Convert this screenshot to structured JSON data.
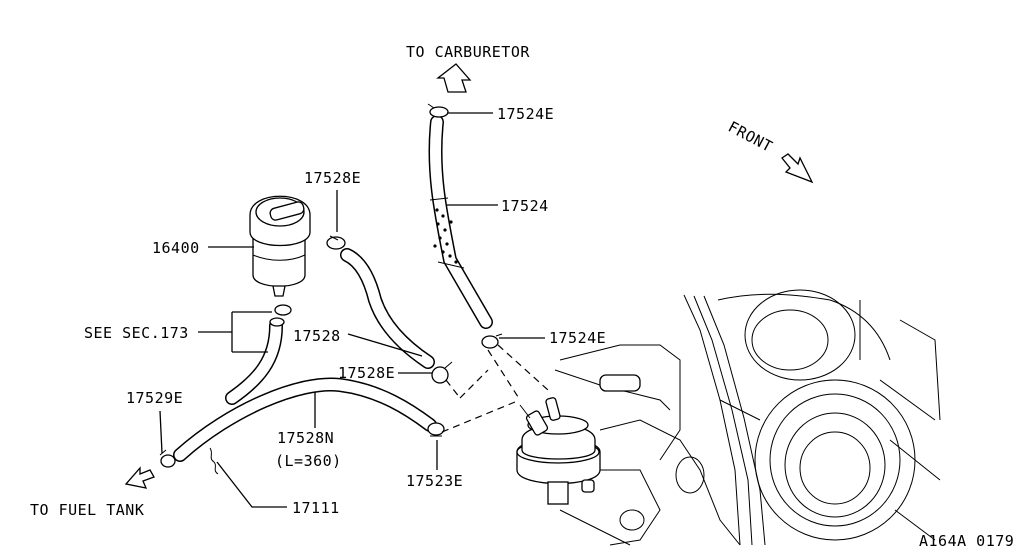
{
  "labels": {
    "to_carburetor": "TO CARBURETOR",
    "front": "FRONT",
    "part_17524E_top": "17524E",
    "part_17524": "17524",
    "part_17528E_top": "17528E",
    "part_16400": "16400",
    "see_sec": "SEE SEC.173",
    "part_17528": "17528",
    "part_17524E_bottom": "17524E",
    "part_17528E_mid": "17528E",
    "part_17529E": "17529E",
    "part_17528N": "17528N",
    "length_note": "(L=360)",
    "part_17523E": "17523E",
    "to_fuel_tank": "TO FUEL TANK",
    "part_17111": "17111",
    "figure_code": "A164A 0179"
  }
}
